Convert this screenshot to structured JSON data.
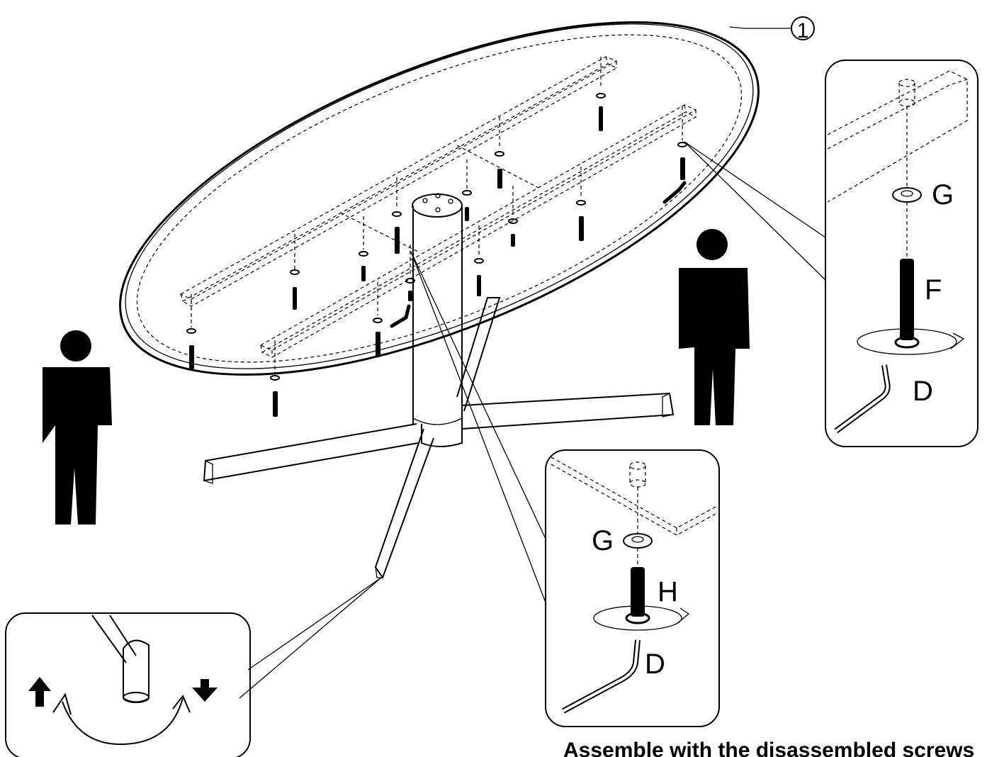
{
  "callouts": {
    "part_number": "1",
    "top_right": {
      "washer": "G",
      "bolt": "F",
      "key": "D"
    },
    "bottom_middle": {
      "washer": "G",
      "bolt": "H",
      "key": "D"
    }
  },
  "caption": "Assemble with the disassembled screws",
  "icons": {
    "up_arrow": "up-arrow-icon",
    "down_arrow": "down-arrow-icon",
    "person": "person-icon"
  }
}
